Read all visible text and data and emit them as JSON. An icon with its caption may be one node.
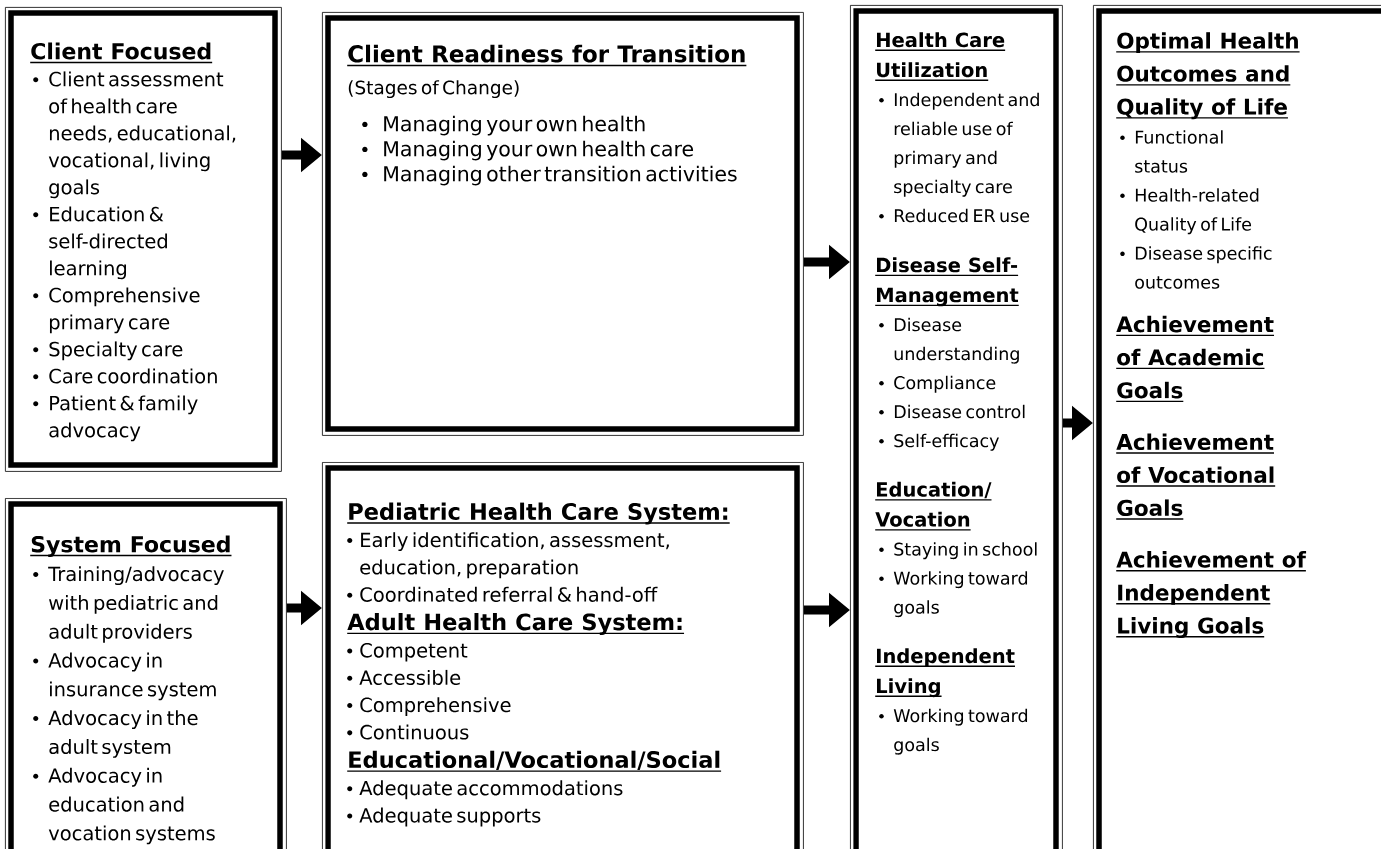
{
  "diagram": {
    "nodes": [
      {
        "text": [
          "Client Focused",
          "Client assessment of health care needs, educational, vocational, living goals",
          "Education & self-directed learning",
          "Comprehensive primary care",
          "Specialty care",
          "Care coordination",
          "Patient & family advocacy"
        ]
      },
      {
        "text": [
          "Client Readiness for Transition",
          "(Stages of Change)",
          "Managing your own health",
          "Managing your own health care",
          "Managing other transition activities"
        ]
      },
      {
        "text": [
          "System Focused",
          "Training/advocacy with pediatric and adult providers",
          "Advocacy in insurance system",
          "Advocacy in the adult system",
          "Advocacy in education and vocation systems"
        ]
      },
      {
        "text": [
          "Pediatric Health Care System:",
          "Early identification, assessment, education, preparation",
          "Coordinated referral & hand-off",
          "Adult Health Care System:",
          "Competent",
          "Accessible",
          "Comprehensive",
          "Continuous",
          "Educational/Vocational/Social",
          "Adequate accommodations",
          "Adequate supports"
        ]
      },
      {
        "text": [
          "Health Care Utilization",
          "Independent and reliable use of primary and specialty care",
          "Reduced ER use",
          "Disease Self-Management",
          "Disease understanding",
          "Compliance",
          "Disease control",
          "Self-efficacy",
          "Education/ Vocation",
          "Staying in school",
          "Working toward goals",
          "Independent Living",
          "Working toward goals"
        ]
      },
      {
        "text": [
          "Optimal Health Outcomes and Quality of Life",
          "Functional status",
          "Health-related Quality of Life",
          "Disease specific outcomes",
          "Achievement of Academic Goals",
          "Achievement of Vocational Goals",
          "Achievement of Independent Living Goals"
        ]
      }
    ],
    "edges": [
      {
        "from": 0,
        "to": 1,
        "arrow": "to"
      },
      {
        "from": 2,
        "to": 3,
        "arrow": "to"
      },
      {
        "from": 1,
        "to": 4,
        "arrow": "to"
      },
      {
        "from": 3,
        "to": 4,
        "arrow": "to"
      },
      {
        "from": 4,
        "to": 5,
        "arrow": "to"
      }
    ]
  }
}
